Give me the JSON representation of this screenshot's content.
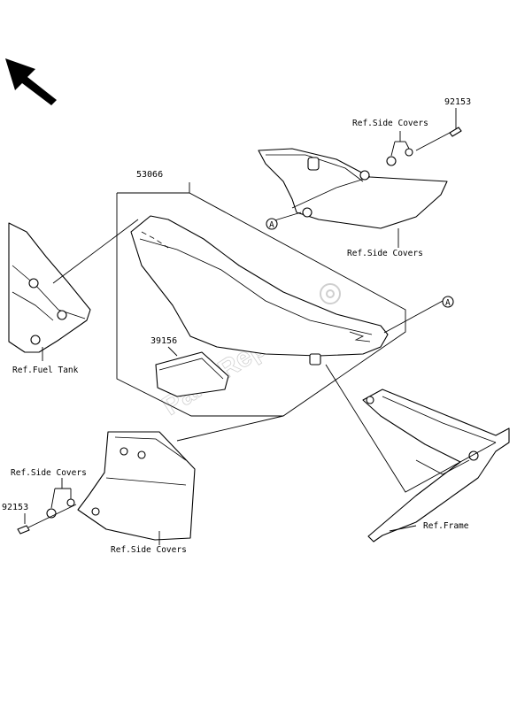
{
  "labels": {
    "part_seat": "53066",
    "part_pad": "39156",
    "part_bolt_top": "92153",
    "part_bolt_bottom": "92153",
    "ref_side_covers_top_bolt": "Ref.Side Covers",
    "ref_side_covers_top": "Ref.Side Covers",
    "ref_fuel_tank": "Ref.Fuel Tank",
    "ref_side_covers_bottom_bolt": "Ref.Side Covers",
    "ref_side_covers_bottom": "Ref.Side Covers",
    "ref_frame": "Ref.Frame",
    "marker_a_top": "A",
    "marker_a_right": "A",
    "watermark": "PartsRepublik"
  },
  "icons": {
    "direction_arrow": "arrow-up-left-icon",
    "gear": "gear-icon"
  }
}
